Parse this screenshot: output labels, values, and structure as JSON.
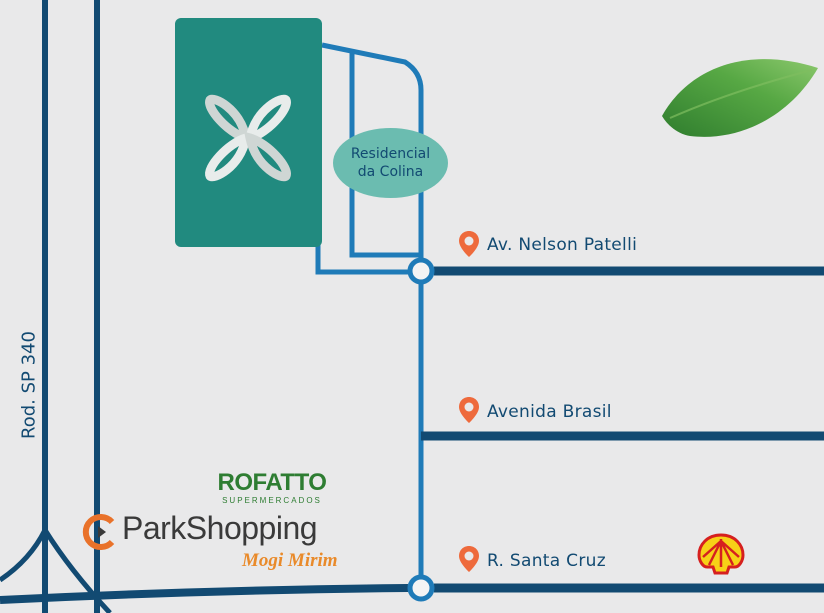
{
  "map": {
    "highway_label": "Rod. SP 340",
    "development_label_line1": "Residencial",
    "development_label_line2": "da Colina",
    "streets": [
      {
        "label": "Av. Nelson Patelli"
      },
      {
        "label": "Avenida Brasil"
      },
      {
        "label": "R. Santa Cruz"
      }
    ],
    "landmarks": {
      "supermarket_name": "ROFATTO",
      "supermarket_sub": "SUPERMERCADOS",
      "mall_name": "ParkShopping",
      "mall_city": "Mogi Mirim",
      "gas_station_icon": "shell-icon"
    },
    "colors": {
      "background": "#e9e9ea",
      "main_road": "#124a72",
      "local_road": "#1f7bb8",
      "lot": "#218a7f",
      "bubble": "#6bbcb0",
      "pin": "#ee6a3c"
    },
    "icons": [
      "logo-icon",
      "location-pin-icon",
      "shell-icon",
      "leaf-icon",
      "parkshopping-logo-icon"
    ]
  }
}
